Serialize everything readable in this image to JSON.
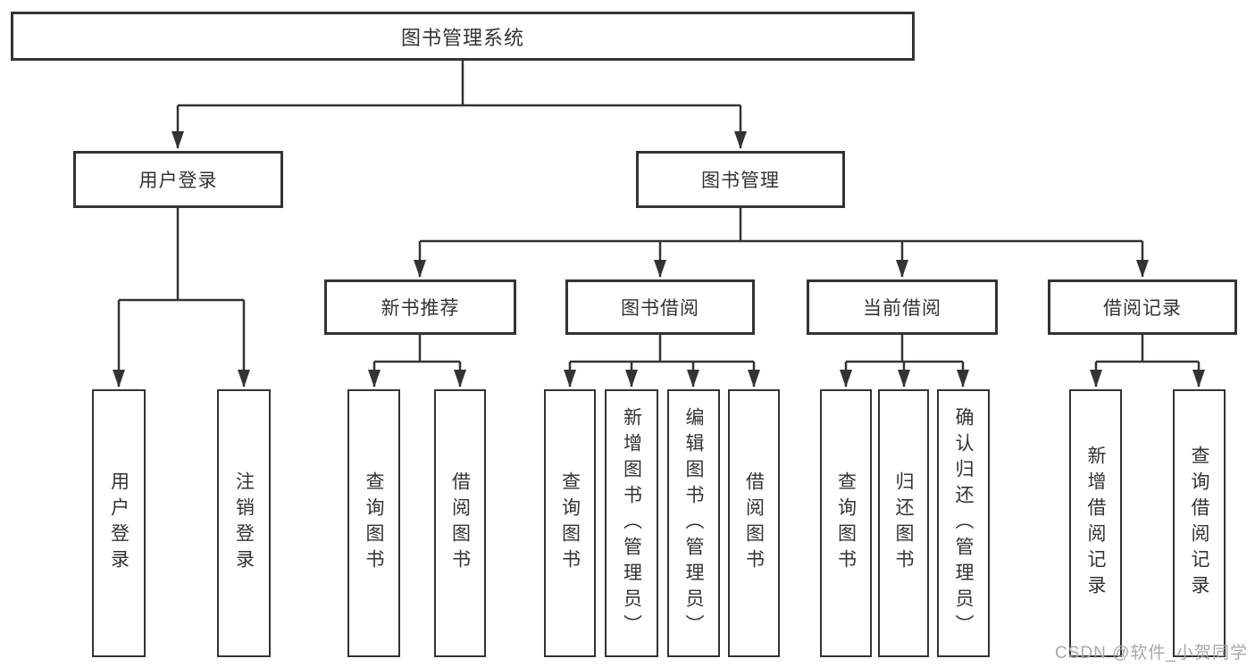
{
  "diagram": {
    "watermark": "CSDN @软件_小贺同学",
    "colors": {
      "line": "#333333",
      "border": "#333333",
      "text": "#333333",
      "box_background": "#ffffff",
      "watermark": "#a8a8a8"
    },
    "tree": {
      "root": "图书管理系统",
      "branches": [
        {
          "label": "用户登录",
          "leaves": [
            "用户登录",
            "注销登录"
          ]
        },
        {
          "label": "图书管理",
          "sections": [
            {
              "label": "新书推荐",
              "leaves": [
                "查询图书",
                "借阅图书"
              ]
            },
            {
              "label": "图书借阅",
              "leaves": [
                "查询图书",
                "新增图书（管理员）",
                "编辑图书（管理员）",
                "借阅图书"
              ]
            },
            {
              "label": "当前借阅",
              "leaves": [
                "查询图书",
                "归还图书",
                "确认归还（管理员）"
              ]
            },
            {
              "label": "借阅记录",
              "leaves": [
                "新增借阅记录",
                "查询借阅记录"
              ]
            }
          ]
        }
      ]
    }
  }
}
